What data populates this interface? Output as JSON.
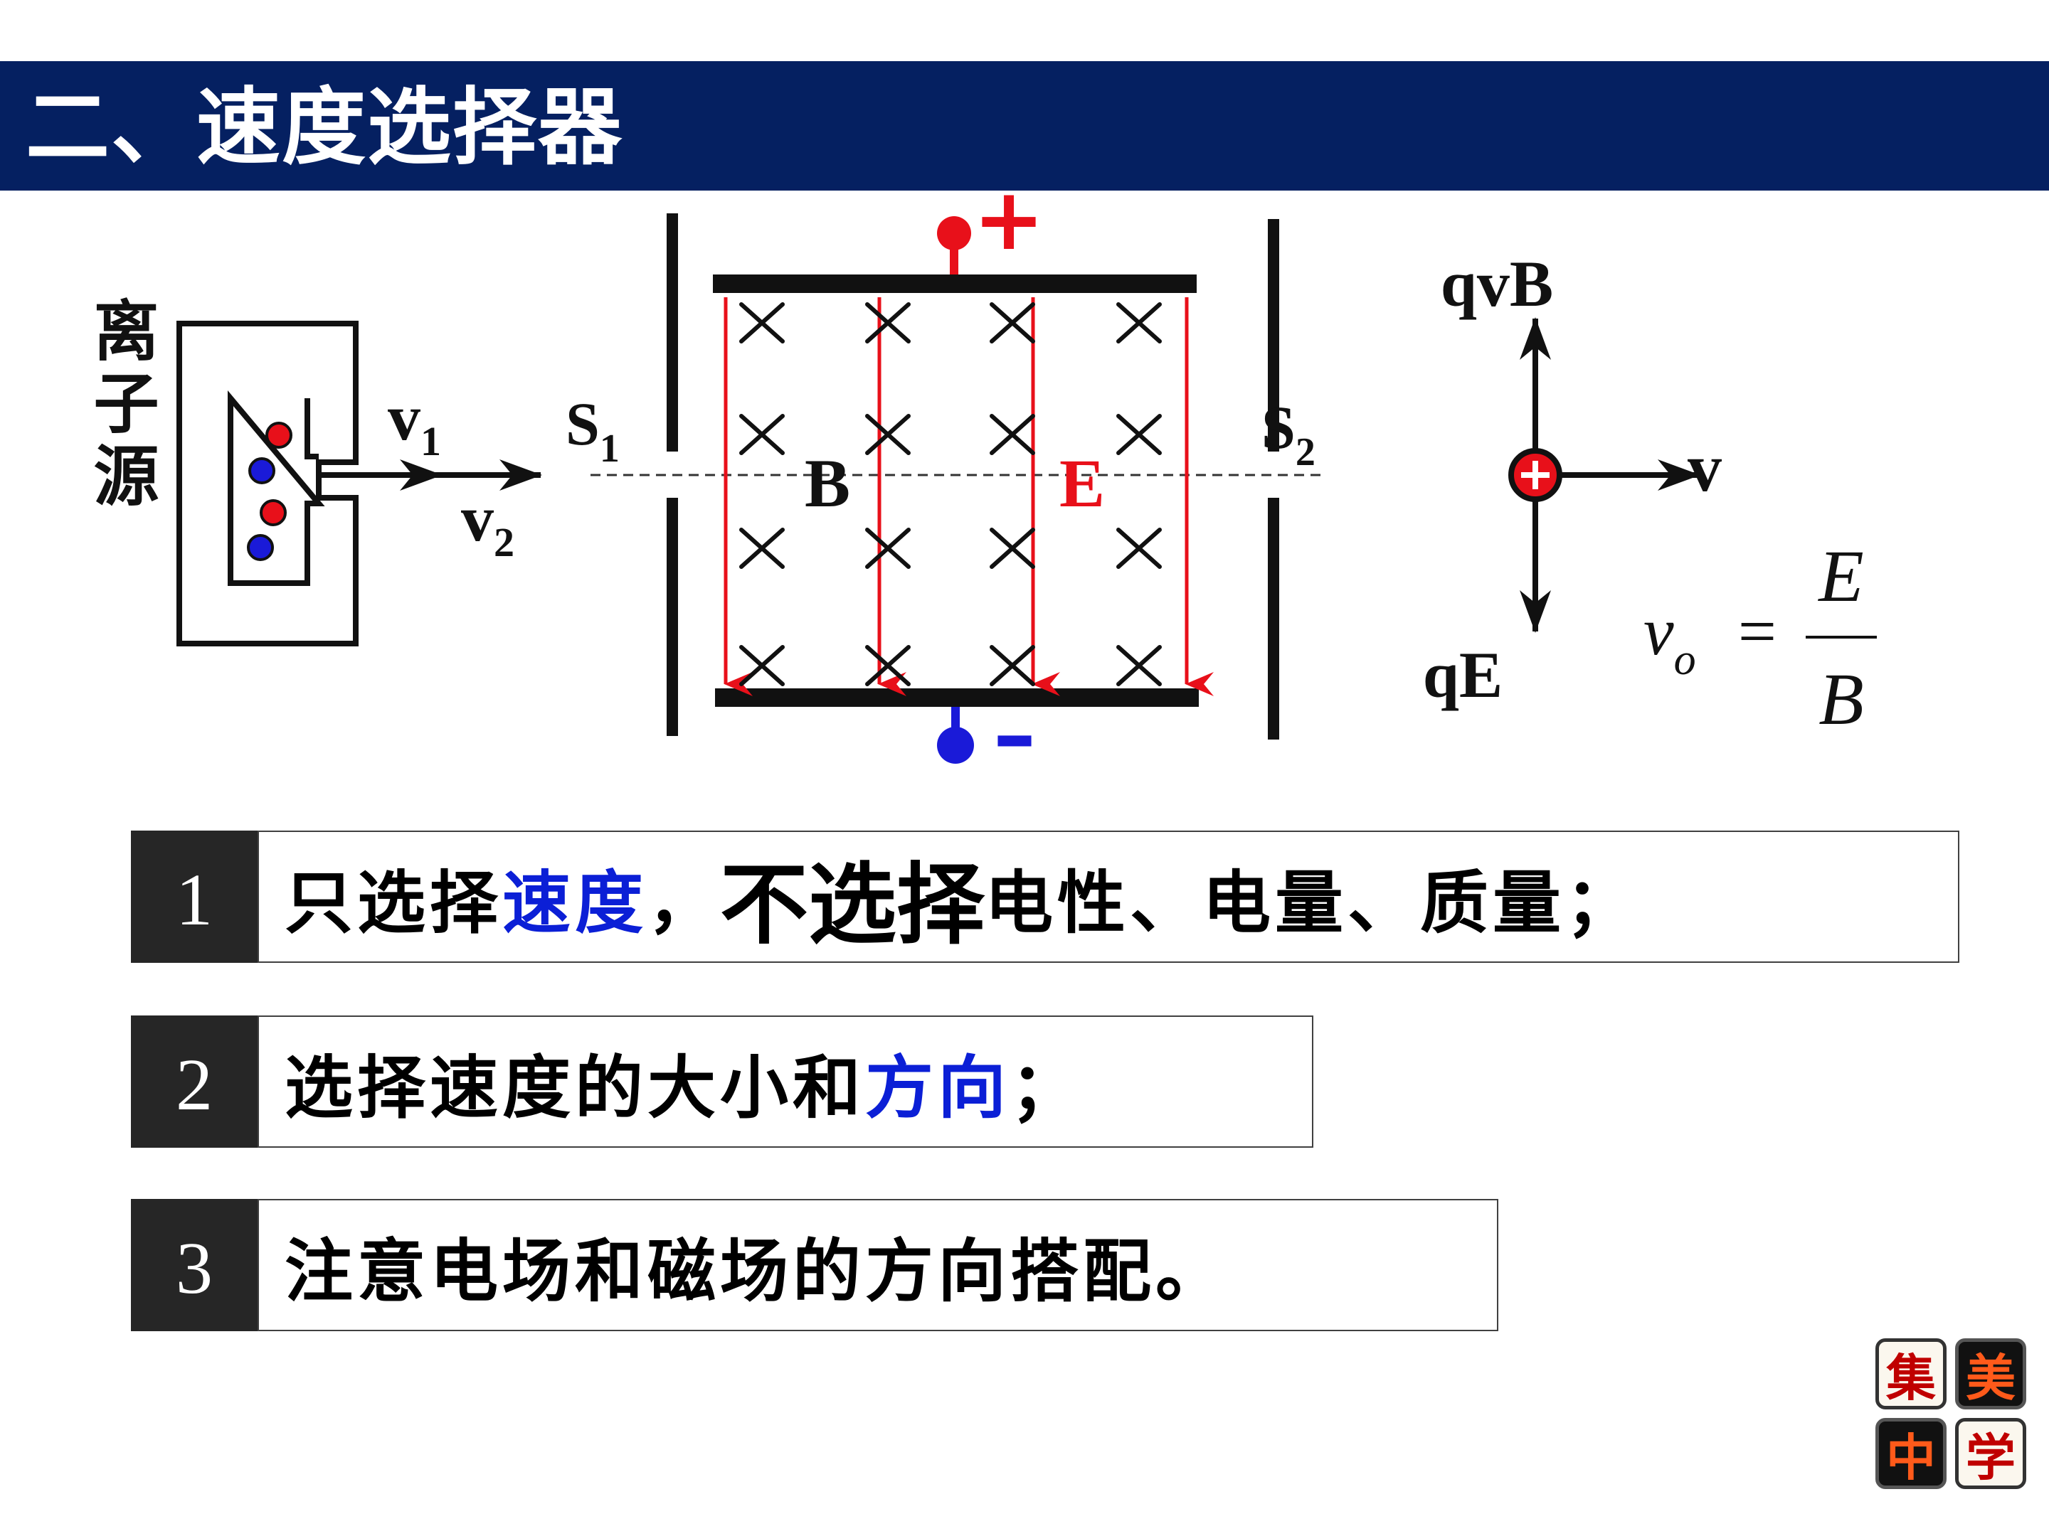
{
  "title": "二、速度选择器",
  "diagram": {
    "ion_source_label": "离子源",
    "v1_label": "v",
    "v1_sub": "1",
    "v2_label": "v",
    "v2_sub": "2",
    "s1_label": "S",
    "s1_sub": "1",
    "s2_label": "S",
    "s2_sub": "2",
    "b_label": "B",
    "e_label": "E",
    "plus_sign": "+",
    "minus_sign": "–",
    "force_up_label": "qvB",
    "force_down_label": "qE",
    "velocity_label": "v",
    "formula_lhs": "v",
    "formula_sub": "o",
    "formula_eq": "=",
    "formula_num": "E",
    "formula_den": "B",
    "colors": {
      "positive": "#e8101a",
      "negative": "#1a1ad8",
      "field_line": "#e8101a",
      "plate": "#111111"
    }
  },
  "items": [
    {
      "number": "1",
      "parts": {
        "a": "只选择",
        "b": "速度",
        "c": "，",
        "d": "不选择",
        "e": "电性、电量、质量；"
      }
    },
    {
      "number": "2",
      "parts": {
        "a": "选择速度的大小和",
        "b": "方向",
        "c": "；"
      }
    },
    {
      "number": "3",
      "parts": {
        "a": "注意电场和磁场的方向搭配。"
      }
    }
  ],
  "logo": {
    "chars": [
      "集",
      "美",
      "中",
      "学"
    ]
  }
}
